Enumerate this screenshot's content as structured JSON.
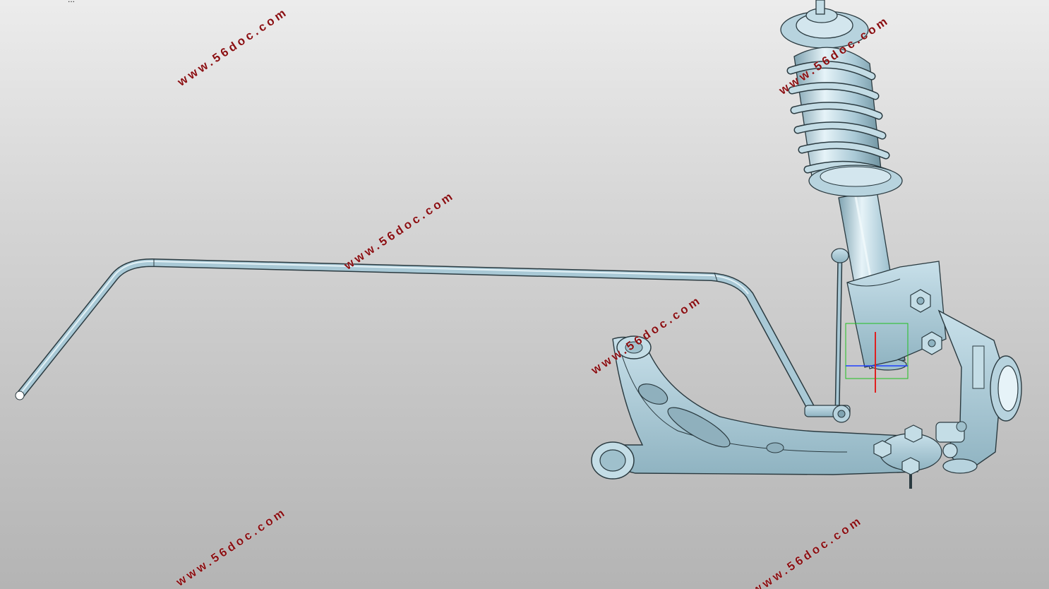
{
  "viewport": {
    "background_top": "#ececec",
    "background_bottom": "#b4b4b4",
    "part_color": "#a9c9d6",
    "edge_color": "#2a3a40",
    "corner_text": "..."
  },
  "watermarks": [
    {
      "text": "www.56doc.com"
    },
    {
      "text": "www.56doc.com"
    },
    {
      "text": "www.56doc.com"
    },
    {
      "text": "www.56doc.com"
    },
    {
      "text": "www.56doc.com"
    },
    {
      "text": "www.56doc.com"
    }
  ],
  "model": {
    "parts": [
      "stabilizer-bar",
      "coil-spring",
      "shock-absorber",
      "drop-link",
      "lower-control-arm",
      "steering-knuckle"
    ],
    "triad_colors": {
      "x": "#2040ff",
      "y": "#20c020",
      "z": "#e02020"
    }
  }
}
